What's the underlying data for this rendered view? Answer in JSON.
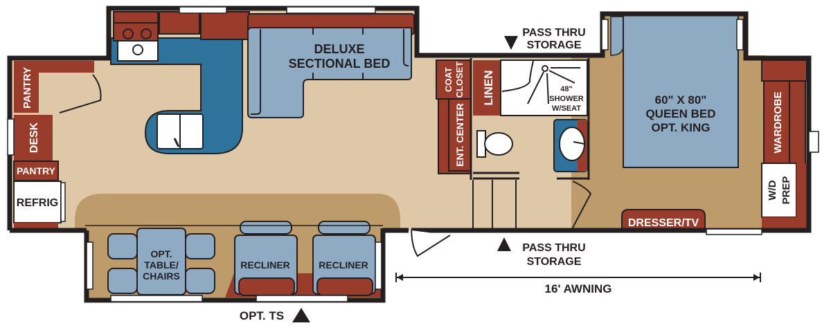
{
  "colors": {
    "wall": "#231f20",
    "floor_light": "#dfc8a8",
    "floor_tan": "#bd9b6a",
    "cabinet_red": "#9a3c2c",
    "counter_blue": "#2d739c",
    "upholstery_blue": "#8faac3",
    "window": "#ffffff"
  },
  "rooms": {
    "living": {
      "sofa": [
        "DELUXE",
        "SECTIONAL BED"
      ],
      "dinette": [
        "OPT.",
        "TABLE/",
        "CHAIRS"
      ],
      "recliner_left": "RECLINER",
      "recliner_right": "RECLINER",
      "slide_option": "OPT. TS"
    },
    "kitchen": {
      "pantry_top": "PANTRY",
      "desk": "DESK",
      "pantry_bottom": "PANTRY",
      "refrigerator": "REFRIG"
    },
    "hall": {
      "coat_closet": [
        "COAT",
        "CLOSET"
      ],
      "ent_center": "ENT. CENTER",
      "linen": "LINEN"
    },
    "bath": {
      "shower": [
        "48\"",
        "SHOWER",
        "W/SEAT"
      ]
    },
    "bedroom": {
      "bed": [
        "60\" X 80\"",
        "QUEEN BED",
        "OPT. KING"
      ],
      "wardrobe": "WARDROBE",
      "wd_prep": [
        "W/D",
        "PREP"
      ],
      "dresser": "DRESSER/TV"
    }
  },
  "exterior": {
    "storage_top": [
      "PASS THRU",
      "STORAGE"
    ],
    "storage_bottom": [
      "PASS THRU",
      "STORAGE"
    ],
    "awning": "16' AWNING"
  }
}
